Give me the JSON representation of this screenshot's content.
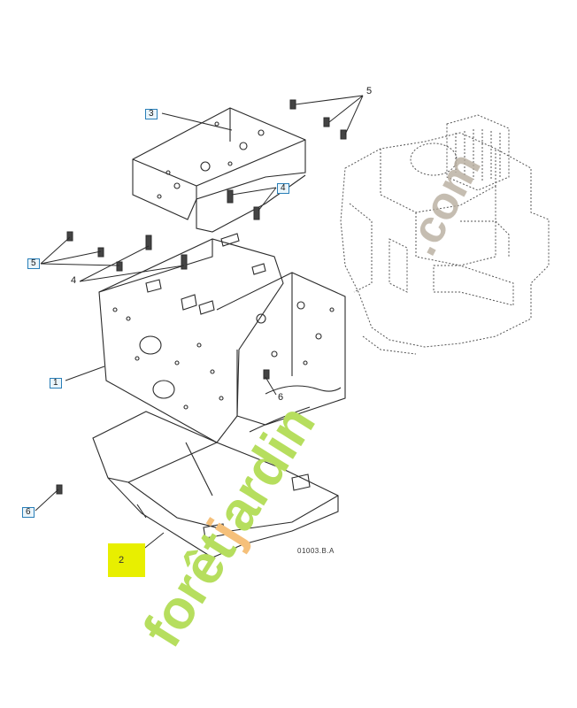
{
  "callouts": {
    "c3": "3",
    "c4_box": "4",
    "c5_top": "5",
    "c5_box": "5",
    "c4_plain": "4",
    "c1": "1",
    "c6_plain": "6",
    "c6_box": "6",
    "c2": "2"
  },
  "reference_code": "01003.B.A",
  "watermark": {
    "part1": "forêt",
    "part2": "j",
    "part3": "ardin",
    "part4": ".com"
  },
  "colors": {
    "line": "#2b2b2b",
    "engine_line": "#555555",
    "callout_box": "#2a7fb8",
    "highlight": "#e8ef00",
    "watermark_green": "#b6de5e",
    "watermark_orange": "#f5c07a",
    "watermark_taupe": "#b7ad9e"
  }
}
